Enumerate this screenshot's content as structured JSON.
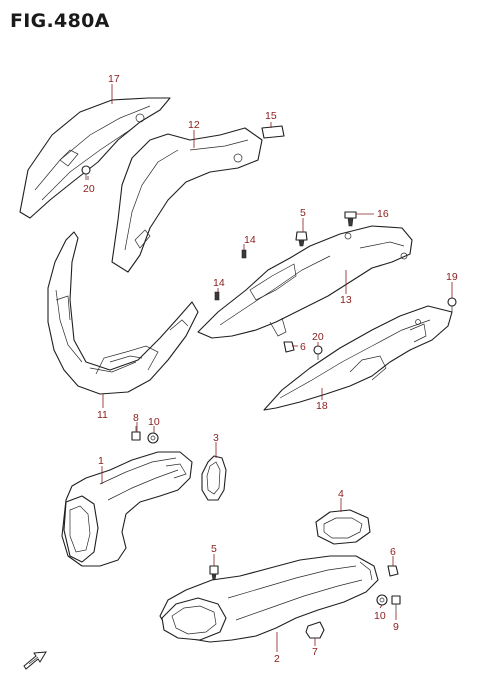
{
  "figure": {
    "title": "FIG.480A"
  },
  "callouts": [
    "17",
    "20",
    "12",
    "15",
    "5",
    "16",
    "14",
    "14",
    "13",
    "19",
    "6",
    "20",
    "18",
    "11",
    "8",
    "10",
    "3",
    "1",
    "4",
    "5",
    "6",
    "10",
    "9",
    "2",
    "7"
  ],
  "colors": {
    "callout": "#8b1c1c",
    "line": "#1f1f1f",
    "background": "#ffffff"
  },
  "icons": {
    "forward_arrow": "front-direction-arrow-icon"
  }
}
